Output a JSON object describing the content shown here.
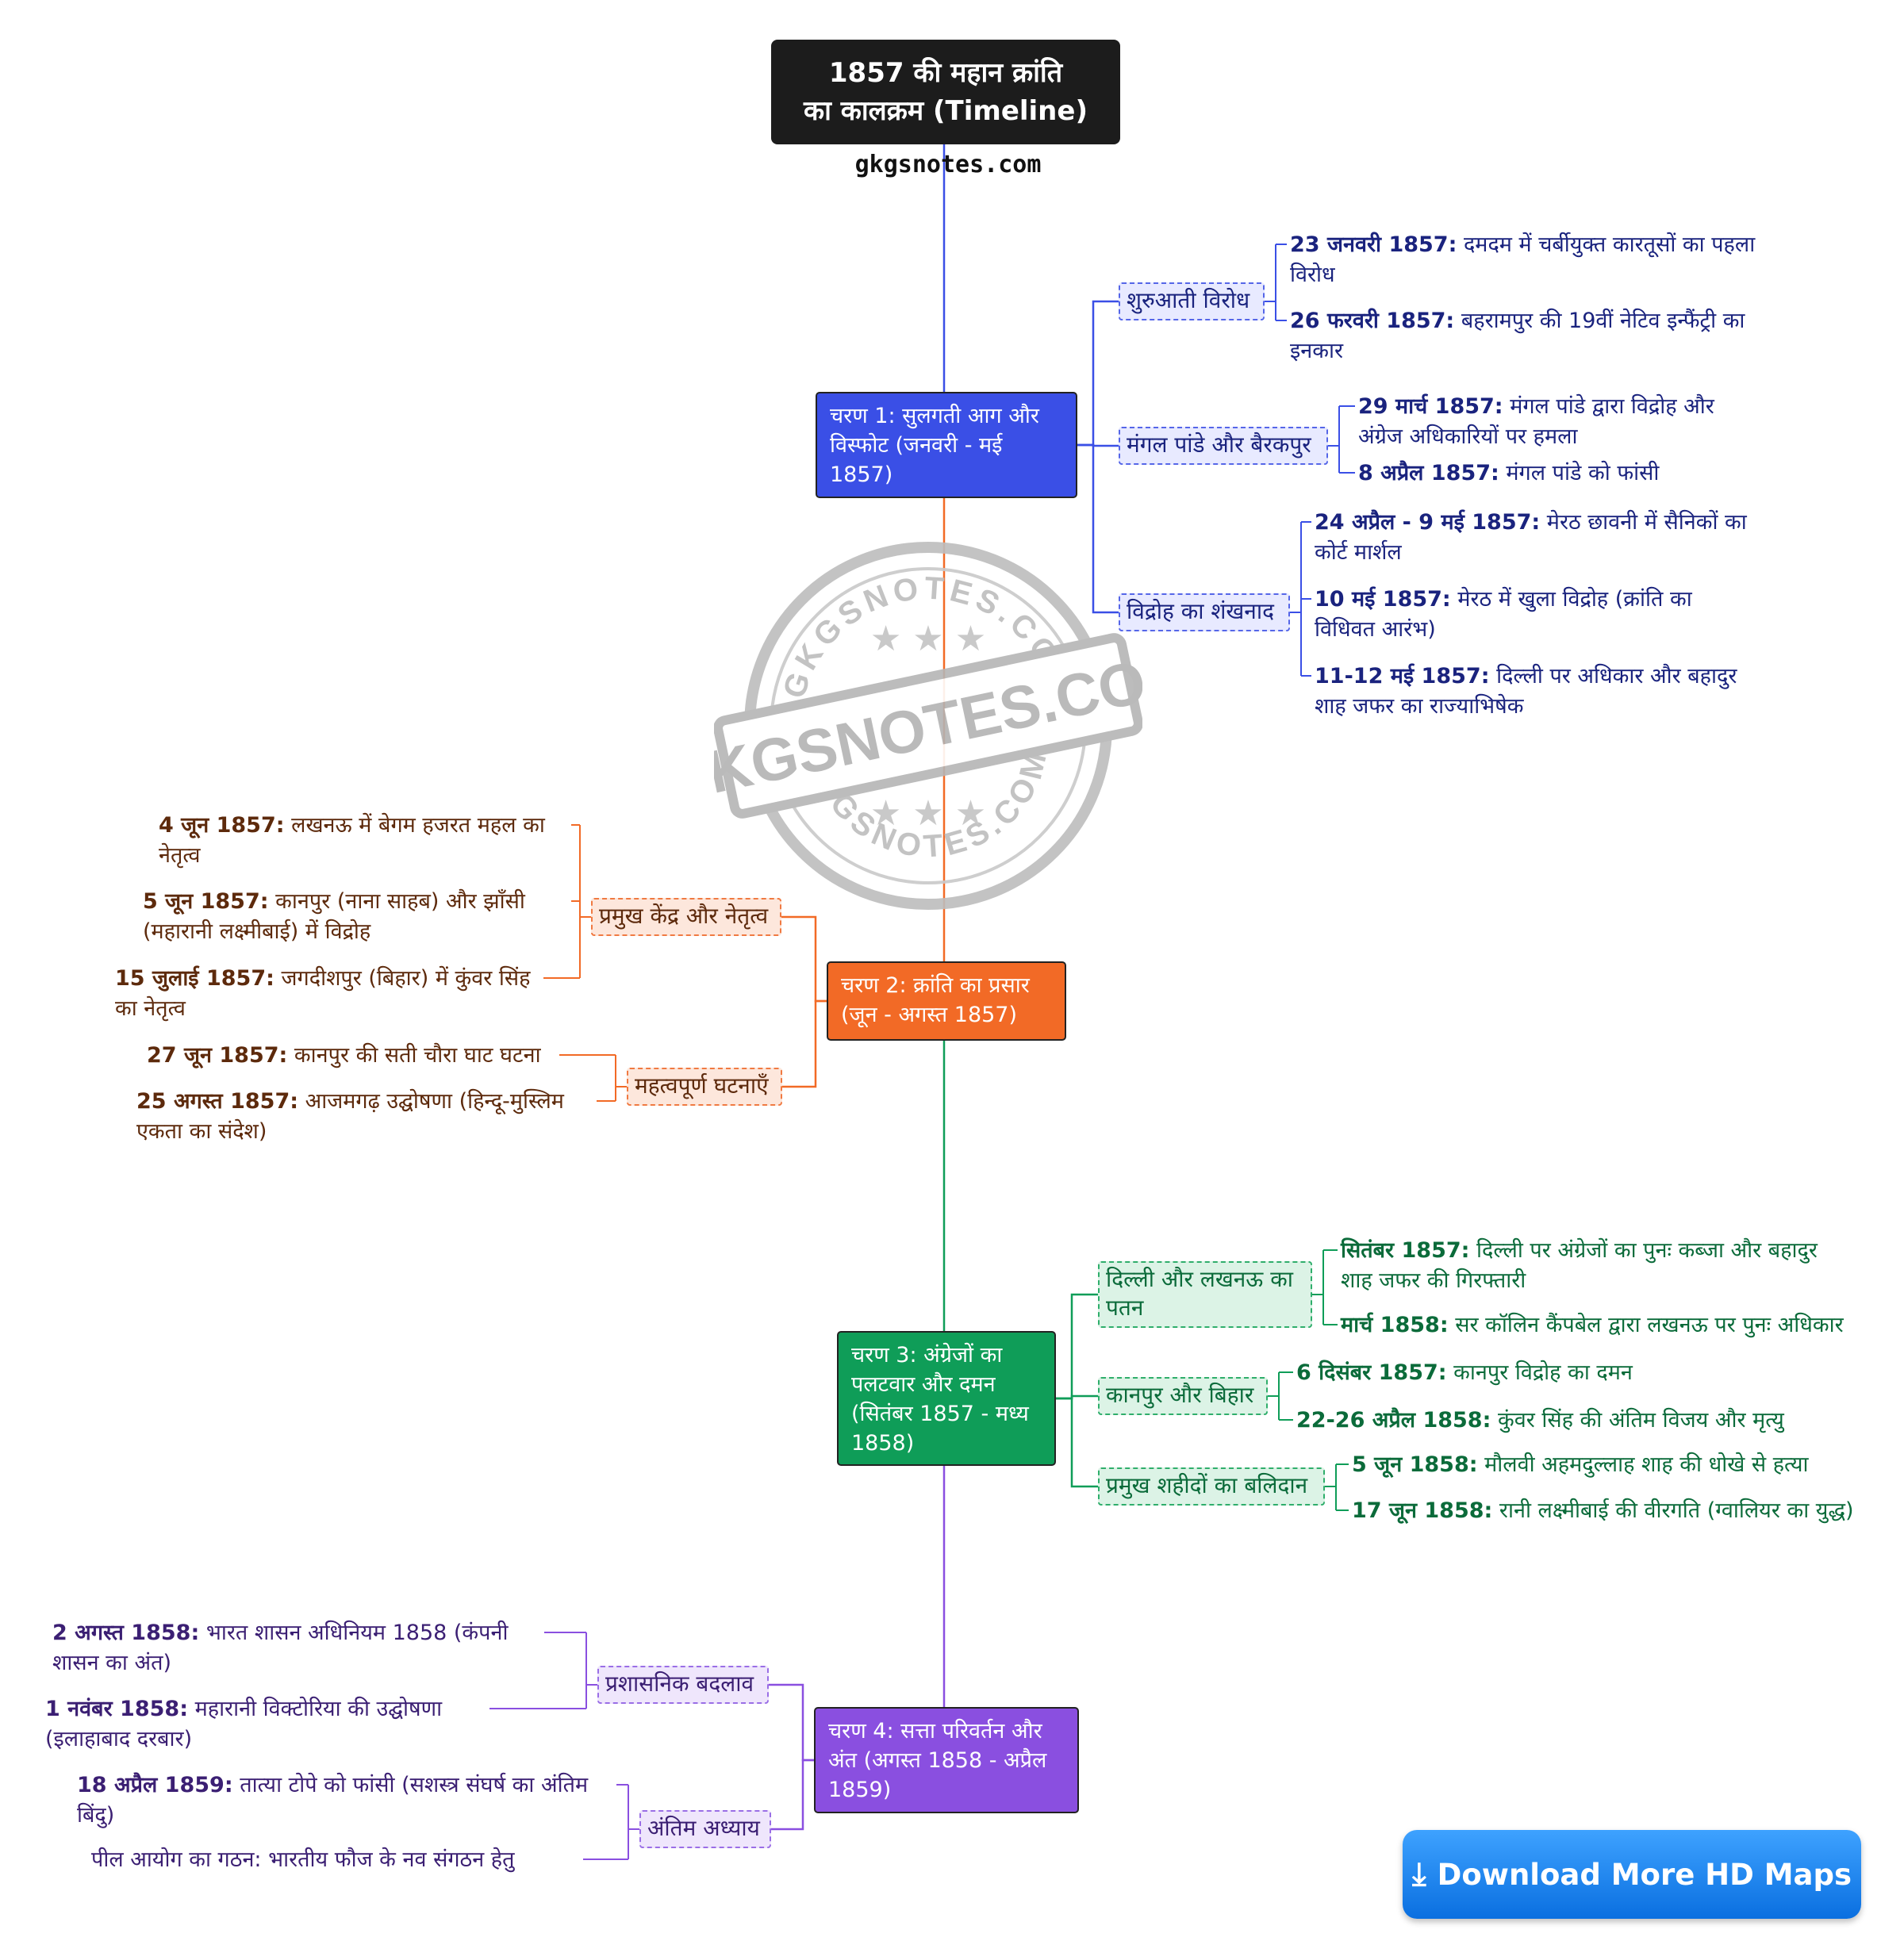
{
  "title": "1857 की महान क्रांति\nका कालक्रम (Timeline)",
  "site": "gkgsnotes.com",
  "watermark": {
    "top": "GKGSNOTES.COM",
    "main": "GKGSNOTES.COM",
    "bottom": "GKGSNOTES.COM"
  },
  "phases": [
    {
      "label": "चरण 1: सुलगती आग और\nविस्फोट (जनवरी - मई\n1857)",
      "color": "#3a4fe6",
      "groups": [
        {
          "label": "शुरुआती विरोध",
          "items": [
            {
              "date": "23 जनवरी 1857:",
              "text": " दमदम में चर्बीयुक्त कारतूसों का पहला\nविरोध"
            },
            {
              "date": "26 फरवरी 1857:",
              "text": " बहरामपुर की 19वीं नेटिव इन्फैंट्री का\nइनकार"
            }
          ]
        },
        {
          "label": "मंगल पांडे और बैरकपुर",
          "items": [
            {
              "date": "29 मार्च 1857:",
              "text": " मंगल पांडे द्वारा विद्रोह और\nअंग्रेज अधिकारियों पर हमला"
            },
            {
              "date": "8 अप्रैल 1857:",
              "text": " मंगल पांडे को फांसी"
            }
          ]
        },
        {
          "label": "विद्रोह का शंखनाद",
          "items": [
            {
              "date": "24 अप्रैल - 9 मई 1857:",
              "text": " मेरठ छावनी में सैनिकों का\nकोर्ट मार्शल"
            },
            {
              "date": "10 मई 1857:",
              "text": " मेरठ में खुला विद्रोह (क्रांति का\nविधिवत आरंभ)"
            },
            {
              "date": "11-12 मई 1857:",
              "text": " दिल्ली पर अधिकार और बहादुर\nशाह जफर का राज्याभिषेक"
            }
          ]
        }
      ]
    },
    {
      "label": "चरण 2: क्रांति का प्रसार\n(जून - अगस्त 1857)",
      "color": "#f26a26",
      "groups": [
        {
          "label": "प्रमुख केंद्र और नेतृत्व",
          "items": [
            {
              "date": "4 जून 1857:",
              "text": " लखनऊ में बेगम हजरत महल का\nनेतृत्व"
            },
            {
              "date": "5 जून 1857:",
              "text": " कानपुर (नाना साहब) और झाँसी\n(महारानी लक्ष्मीबाई) में विद्रोह"
            },
            {
              "date": "15 जुलाई 1857:",
              "text": " जगदीशपुर (बिहार) में कुंवर सिंह\nका नेतृत्व"
            }
          ]
        },
        {
          "label": "महत्वपूर्ण घटनाएँ",
          "items": [
            {
              "date": "27 जून 1857:",
              "text": " कानपुर की सती चौरा घाट घटना"
            },
            {
              "date": "25 अगस्त 1857:",
              "text": " आजमगढ़ उद्घोषणा (हिन्दू-मुस्लिम\nएकता का संदेश)"
            }
          ]
        }
      ]
    },
    {
      "label": "चरण 3: अंग्रेजों का\nपलटवार और दमन\n(सितंबर 1857 - मध्य\n1858)",
      "color": "#0f9d58",
      "groups": [
        {
          "label": "दिल्ली और लखनऊ का\nपतन",
          "items": [
            {
              "date": "सितंबर 1857:",
              "text": " दिल्ली पर अंग्रेजों का पुनः कब्जा और बहादुर\nशाह जफर की गिरफ्तारी"
            },
            {
              "date": "मार्च 1858:",
              "text": " सर कॉलिन कैंपबेल द्वारा लखनऊ पर पुनः अधिकार"
            }
          ]
        },
        {
          "label": "कानपुर और बिहार",
          "items": [
            {
              "date": "6 दिसंबर 1857:",
              "text": " कानपुर विद्रोह का दमन"
            },
            {
              "date": "22-26 अप्रैल 1858:",
              "text": " कुंवर सिंह की अंतिम विजय और मृत्यु"
            }
          ]
        },
        {
          "label": "प्रमुख शहीदों का बलिदान",
          "items": [
            {
              "date": "5 जून 1858:",
              "text": " मौलवी अहमदुल्लाह शाह की धोखे से हत्या"
            },
            {
              "date": "17 जून 1858:",
              "text": " रानी लक्ष्मीबाई की वीरगति (ग्वालियर का युद्ध)"
            }
          ]
        }
      ]
    },
    {
      "label": "चरण 4: सत्ता परिवर्तन और\nअंत (अगस्त 1858 - अप्रैल\n1859)",
      "color": "#8a4fe0",
      "groups": [
        {
          "label": "प्रशासनिक बदलाव",
          "items": [
            {
              "date": "2 अगस्त 1858:",
              "text": " भारत शासन अधिनियम 1858 (कंपनी\nशासन का अंत)"
            },
            {
              "date": "1 नवंबर 1858:",
              "text": " महारानी विक्टोरिया की उद्घोषणा\n(इलाहाबाद दरबार)"
            }
          ]
        },
        {
          "label": "अंतिम अध्याय",
          "items": [
            {
              "date": "18 अप्रैल 1859:",
              "text": " तात्या टोपे को फांसी (सशस्त्र संघर्ष का अंतिम\nबिंदु)"
            },
            {
              "date": "",
              "text": "पील आयोग का गठन: भारतीय फौज के नव संगठन हेतु"
            }
          ]
        }
      ]
    }
  ],
  "download_button": {
    "label": "Download More HD Maps",
    "icon": "download-icon"
  }
}
